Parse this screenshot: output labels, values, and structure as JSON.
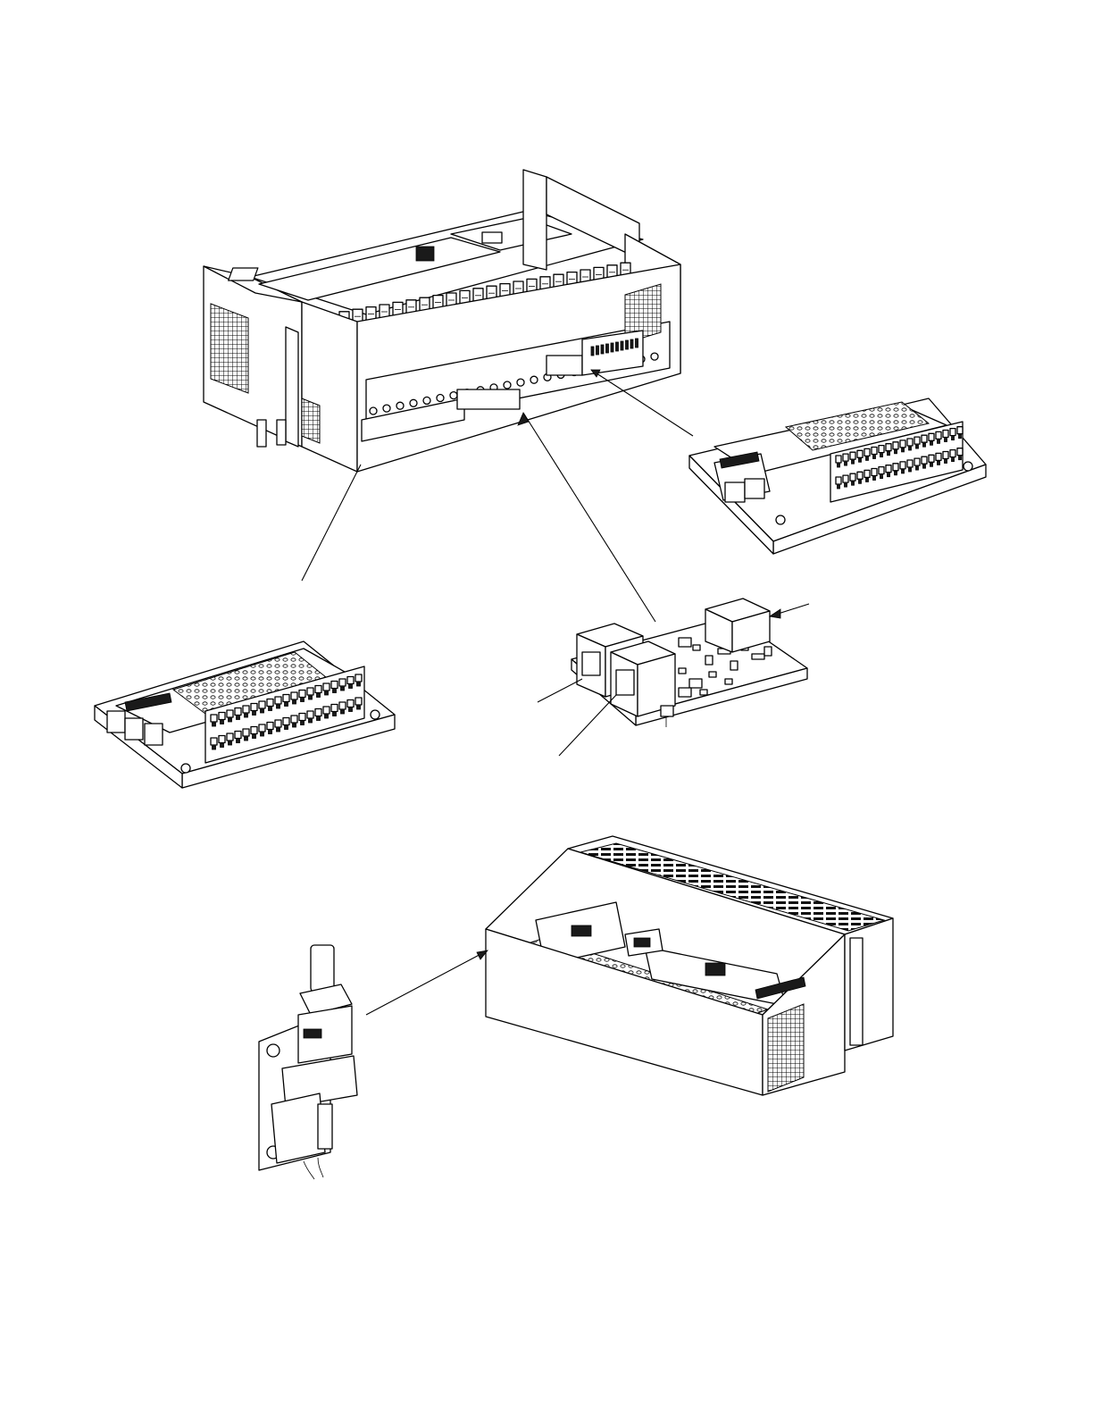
{
  "figure": {
    "background": "#ffffff",
    "line_color": "#000000",
    "views": [
      "chassis-top-view",
      "terminal-board-right",
      "terminal-board-left",
      "rj45-interface-board",
      "chassis-rear-view",
      "connector-bracket-detail"
    ]
  }
}
